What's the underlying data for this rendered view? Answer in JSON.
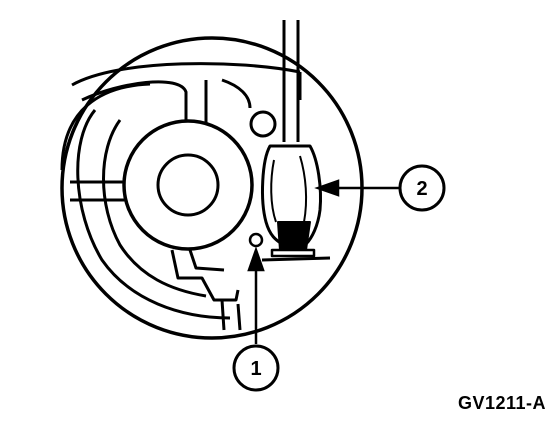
{
  "figure_id": "GV1211-A",
  "callouts": [
    {
      "number": "1",
      "target": "check-ball"
    },
    {
      "number": "2",
      "target": "screwdriver"
    }
  ]
}
